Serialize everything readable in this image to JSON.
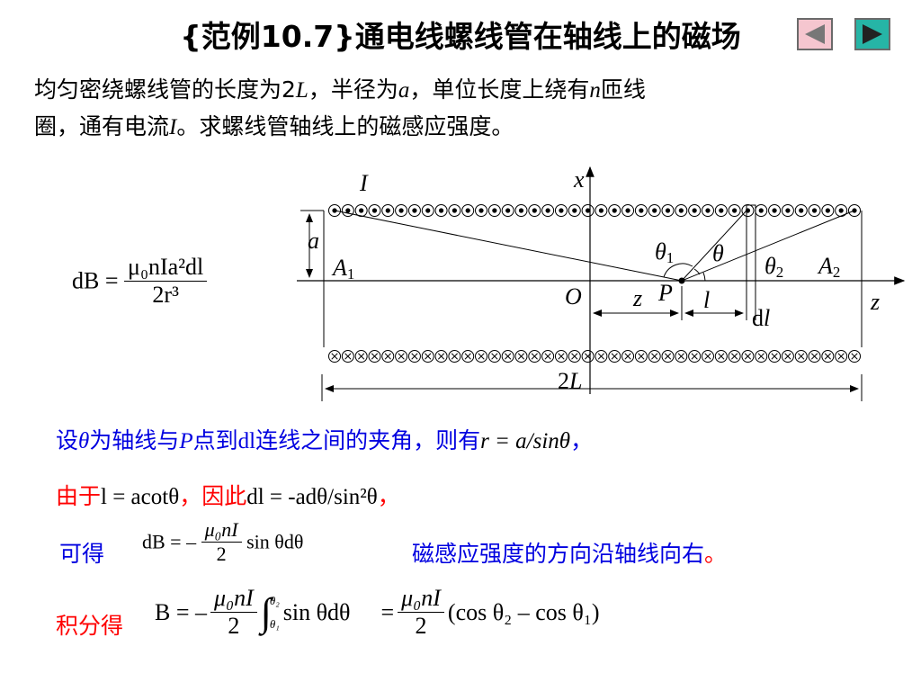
{
  "title": "{范例10.7}通电线螺线管在轴线上的磁场",
  "nav": {
    "prev_icon": "triangle-left-icon",
    "next_icon": "triangle-right-icon"
  },
  "problem": {
    "line1_a": "均匀密绕螺线管的长度为2",
    "line1_L": "L",
    "line1_b": "，半径为",
    "line1_a_var": "a",
    "line1_c": "，单位长度上绕有",
    "line1_n": "n",
    "line1_d": "匝线",
    "line2_a": "圈，通有电流",
    "line2_I": "I",
    "line2_b": "。求螺线管轴线上的磁感应强度。"
  },
  "diagram": {
    "label_I": "I",
    "label_x": "x",
    "label_a": "a",
    "label_A1": "A",
    "label_A1_sub": "1",
    "label_A2": "A",
    "label_A2_sub": "2",
    "label_theta1": "θ",
    "label_theta1_sub": "1",
    "label_theta": "θ",
    "label_theta2": "θ",
    "label_theta2_sub": "2",
    "label_O": "O",
    "label_z_pos": "z",
    "label_P": "P",
    "label_l": "l",
    "label_z_axis": "z",
    "label_dl_d": "d",
    "label_dl_l": "l",
    "label_2L_2": "2",
    "label_2L_L": "L"
  },
  "formula_dB": {
    "lhs": "dB =",
    "num": "μ₀nIa²dl",
    "den": "2r³"
  },
  "text1": {
    "a": "设",
    "theta": "θ",
    "b": "为轴线与",
    "P": "P",
    "c": "点到",
    "dl": "dl",
    "d": "连线之间的夹角，则有",
    "formula": "r = a/sinθ",
    "end": "，"
  },
  "text2": {
    "a": "由于",
    "formula1": "l = acotθ",
    "b": "，因此",
    "formula2": "dl = -adθ/sin²θ",
    "end": "，"
  },
  "text3": {
    "label": "可得",
    "lhs": "dB = –",
    "num": "μ₀nI",
    "den": "2",
    "rhs": "sin θdθ",
    "direction": "磁感应强度的方向沿轴线向右",
    "end": "。"
  },
  "text4": {
    "label": "积分得",
    "lhs": "B = –",
    "num": "μ₀nI",
    "den": "2",
    "integral": "∫",
    "upper": "θ₂",
    "lower": "θ₁",
    "integrand": "sin θdθ",
    "eq": "=",
    "num2": "μ₀nI",
    "den2": "2",
    "result": "(cos θ₂ – cos θ₁)"
  },
  "colors": {
    "blue_text": "#0000e0",
    "red_text": "#ff0000",
    "prev_bg": "#f5c6cf",
    "next_bg": "#26b5a6"
  }
}
